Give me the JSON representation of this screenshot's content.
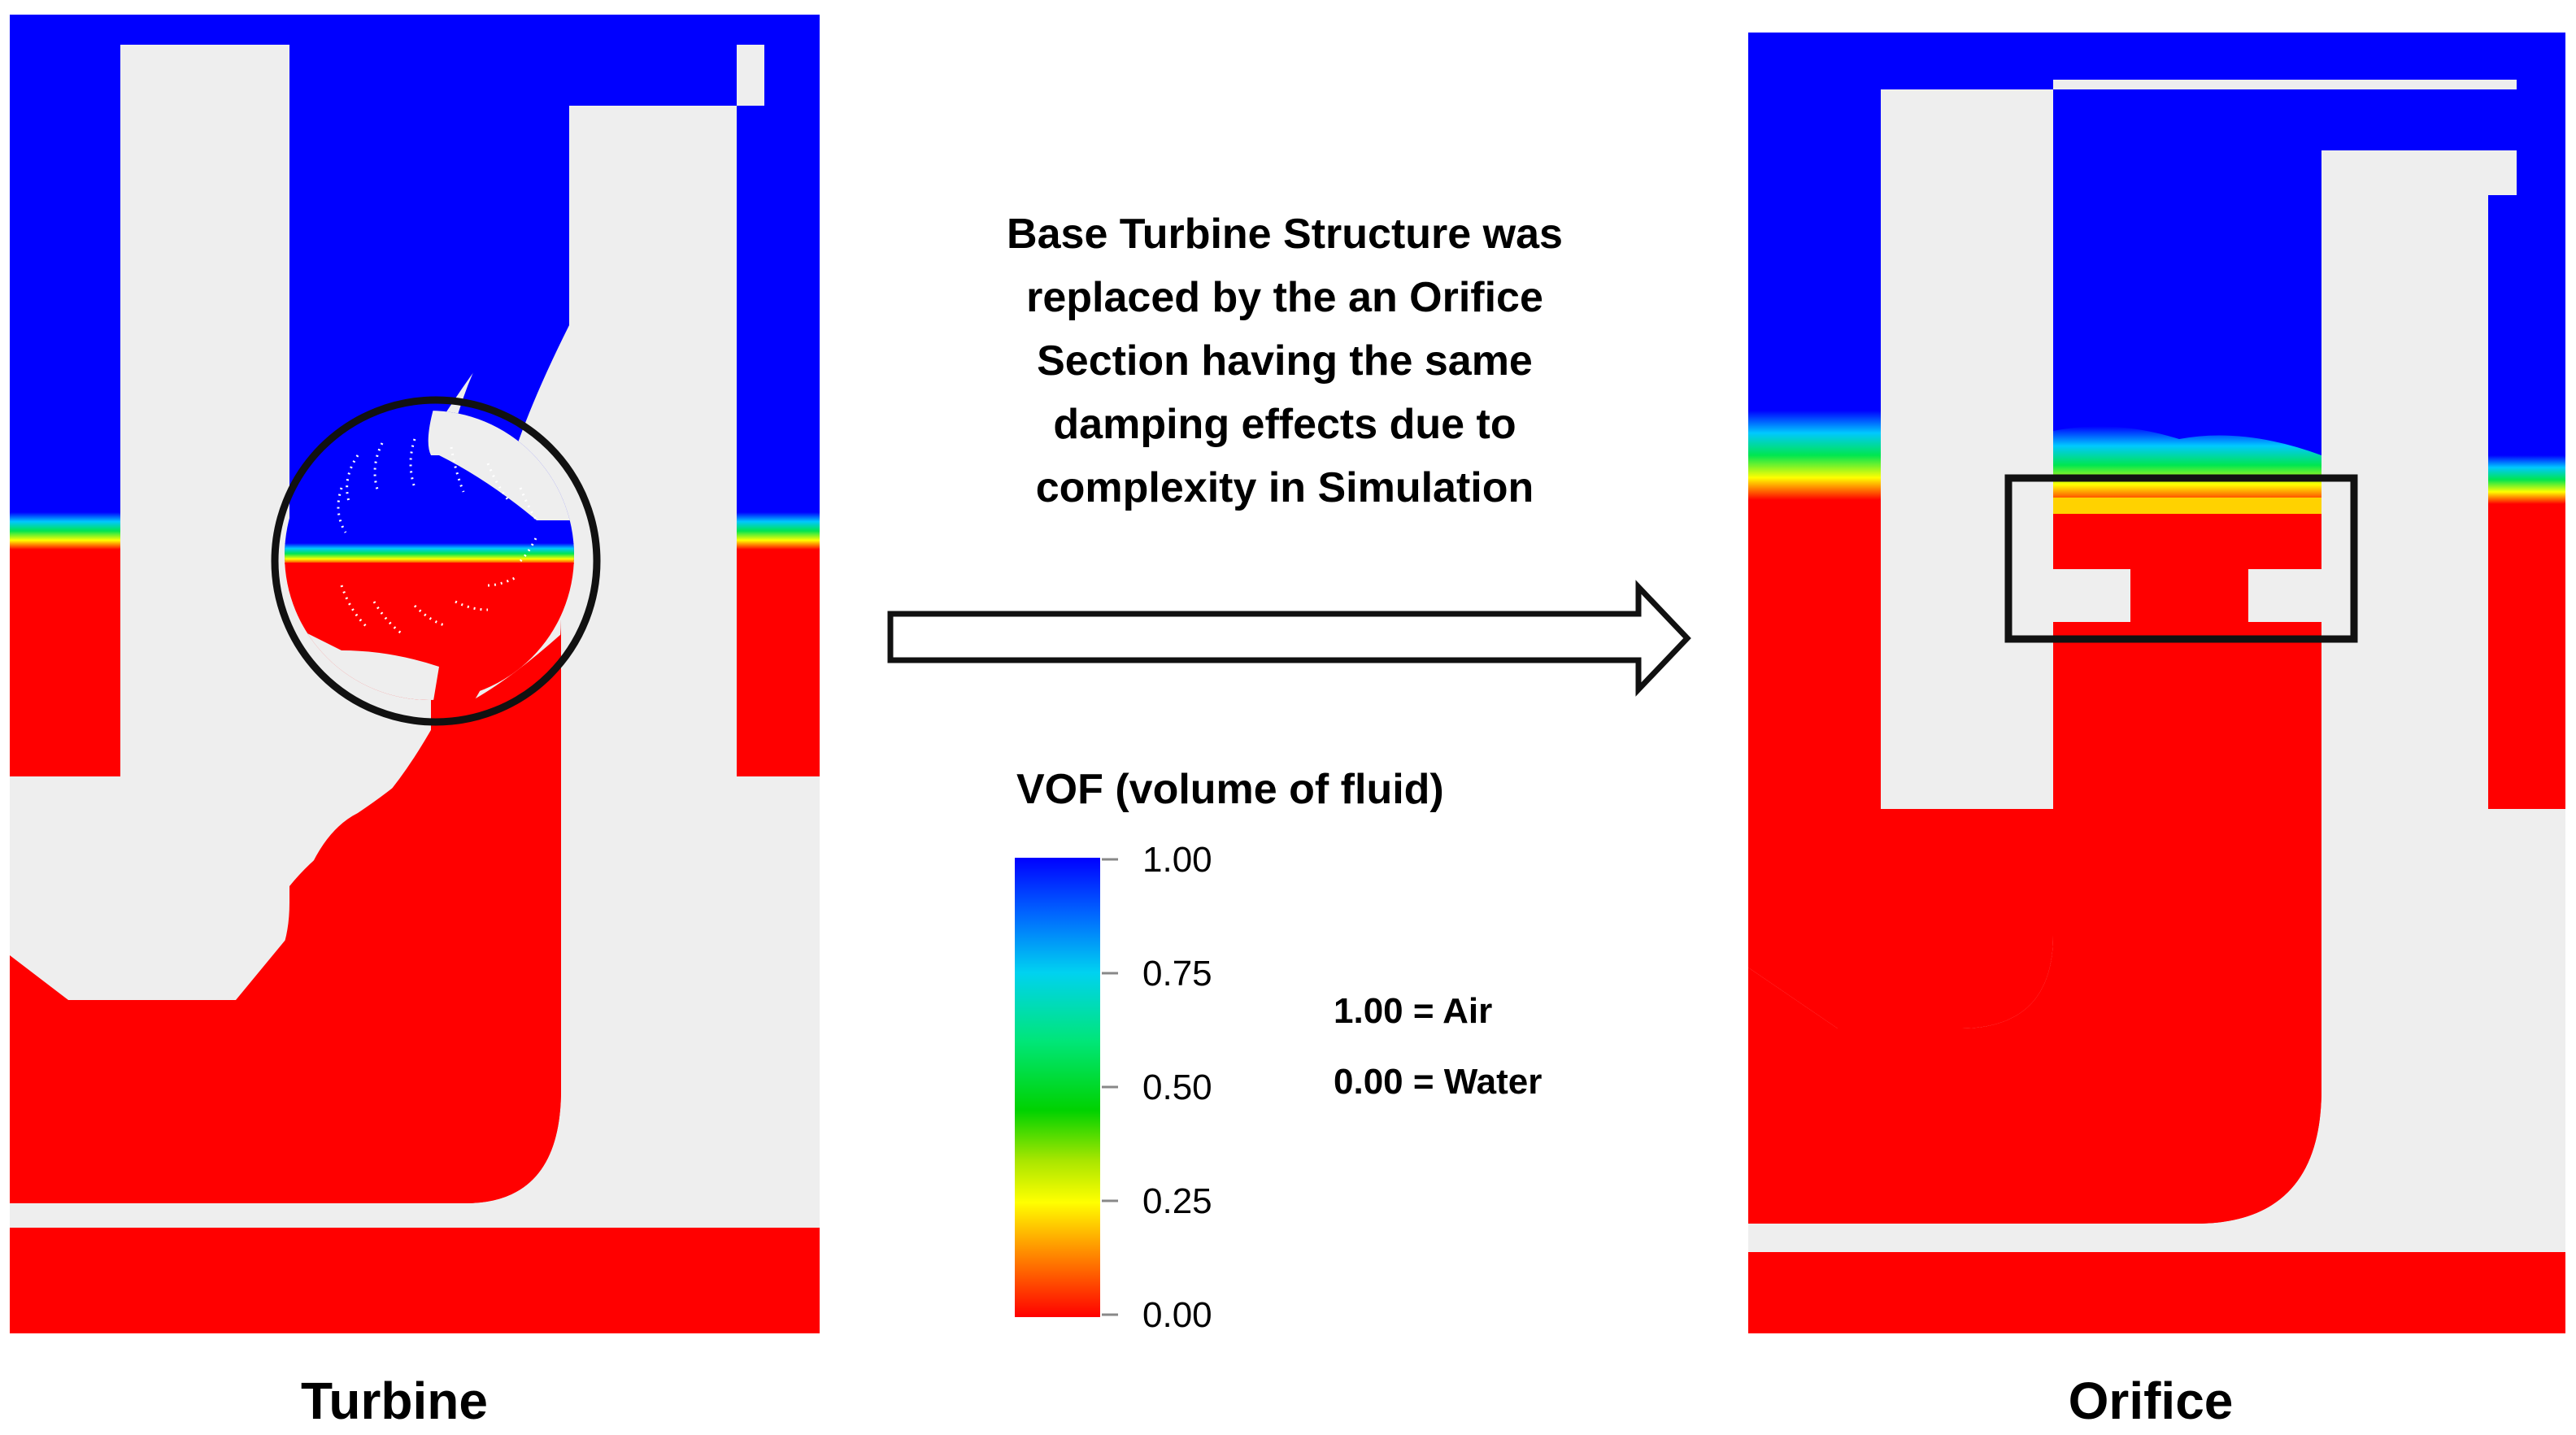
{
  "left_panel": {
    "caption": "Turbine"
  },
  "right_panel": {
    "caption": "Orifice"
  },
  "annotation": {
    "lines": [
      "Base Turbine Structure was",
      "replaced by the an Orifice",
      "Section having the same",
      "damping effects due to",
      "complexity in Simulation"
    ]
  },
  "colorbar": {
    "title": "VOF (volume of fluid)",
    "ticks": [
      "1.00",
      "0.75",
      "0.50",
      "0.25",
      "0.00"
    ],
    "gradient_colors": [
      "#0000ff",
      "#0064ff",
      "#00d2f0",
      "#00e678",
      "#00d200",
      "#aae600",
      "#ffff00",
      "#ff9600",
      "#ff0000"
    ]
  },
  "legend": {
    "air": "1.00 = Air",
    "water": "0.00 = Water"
  },
  "colors": {
    "air": "#0000ff",
    "water": "#ff0000",
    "solid": "#eeeeee",
    "outline": "#111111"
  }
}
